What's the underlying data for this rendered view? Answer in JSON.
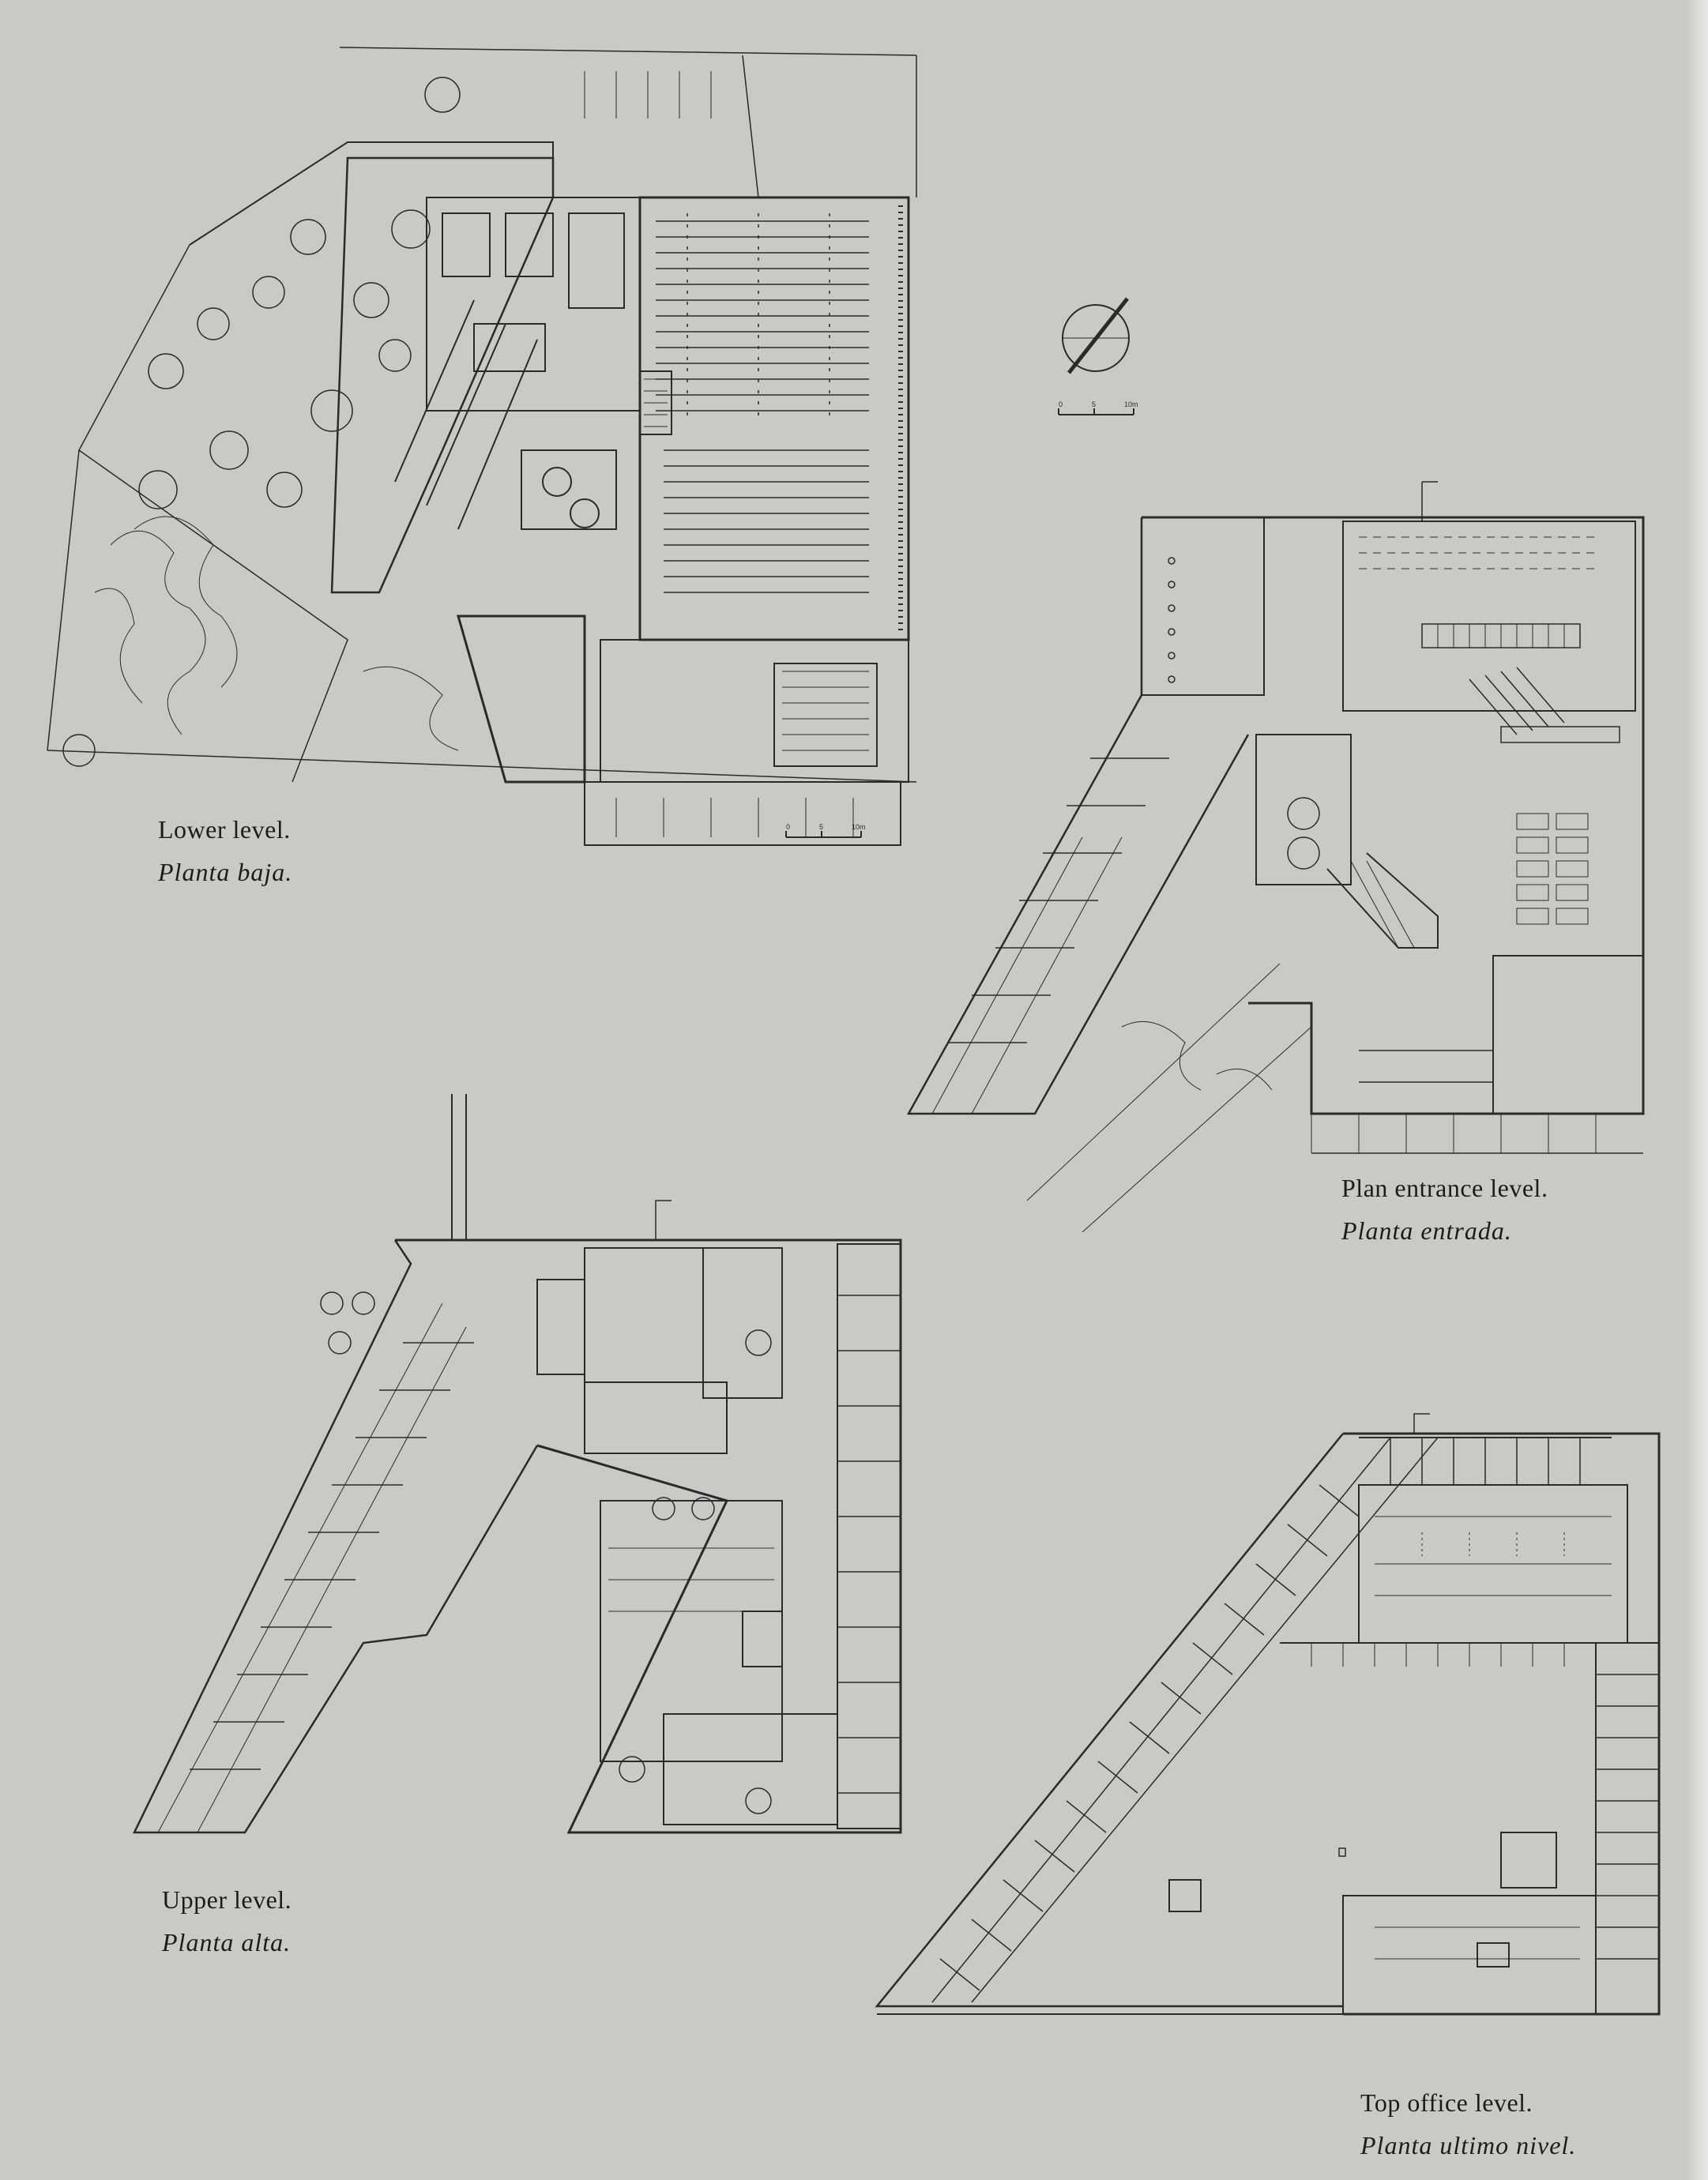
{
  "plans": [
    {
      "id": "lower",
      "title_en": "Lower level.",
      "title_es": "Planta baja."
    },
    {
      "id": "entrance",
      "title_en": "Plan entrance level.",
      "title_es": "Planta entrada."
    },
    {
      "id": "upper",
      "title_en": "Upper level.",
      "title_es": "Planta alta."
    },
    {
      "id": "top",
      "title_en": "Top office level.",
      "title_es": "Planta ultimo nivel."
    }
  ],
  "scale_bar": {
    "ticks": [
      "0",
      "5",
      "10m"
    ]
  },
  "colors": {
    "paper": "#c9c9c6",
    "ink": "#2a2a2a"
  }
}
